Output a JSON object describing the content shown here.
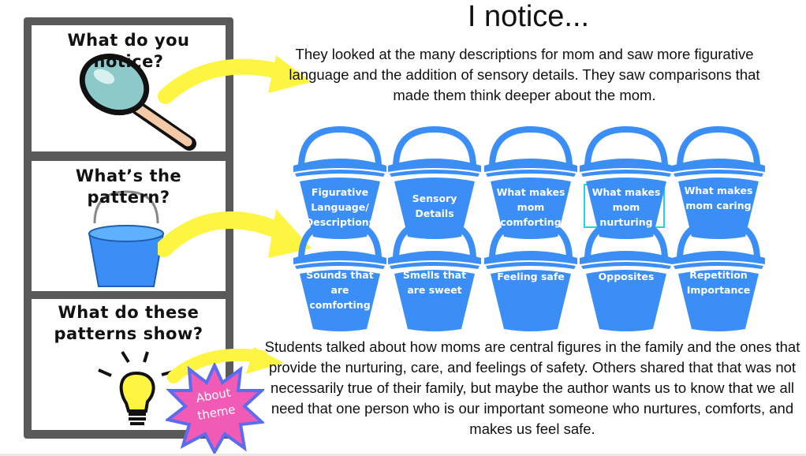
{
  "left_panels": [
    {
      "title": "What do you notice?",
      "icon": "magnifying-glass-icon"
    },
    {
      "title": "What’s the pattern?",
      "icon": "bucket-icon"
    },
    {
      "title_line1": "What do these",
      "title_line2": "patterns show?",
      "icon": "light-bulb-icon"
    }
  ],
  "header": {
    "title": "I notice..."
  },
  "notice_paragraph": "They looked at the many descriptions for mom and saw more figurative language and the addition of sensory details.  They saw comparisons that made them think deeper about the mom.",
  "buckets": [
    "Figurative Language/ Descriptions",
    "Sensory Details",
    "What makes mom comforting",
    "What makes mom nurturing",
    "What makes mom caring",
    "Sounds that are comforting",
    "Smells that are sweet",
    "Feeling safe",
    "Opposites",
    "Repetition Importance"
  ],
  "theme_paragraph": "Students talked about how moms are central figures in the family and the ones that provide the nurturing, care, and feelings of safety.  Others shared that that was not necessarily true of their family, but maybe the author wants us to know that we all need that one person who is our important someone who nurtures, comforts, and makes us feel safe.",
  "badge": {
    "line1": "About",
    "line2": "theme"
  },
  "colors": {
    "bucket": "#3a8ef6",
    "arrow": "#fdf542",
    "badge_fill": "#f25bb5",
    "badge_stroke": "#5a6cf0",
    "frame": "#595959"
  }
}
